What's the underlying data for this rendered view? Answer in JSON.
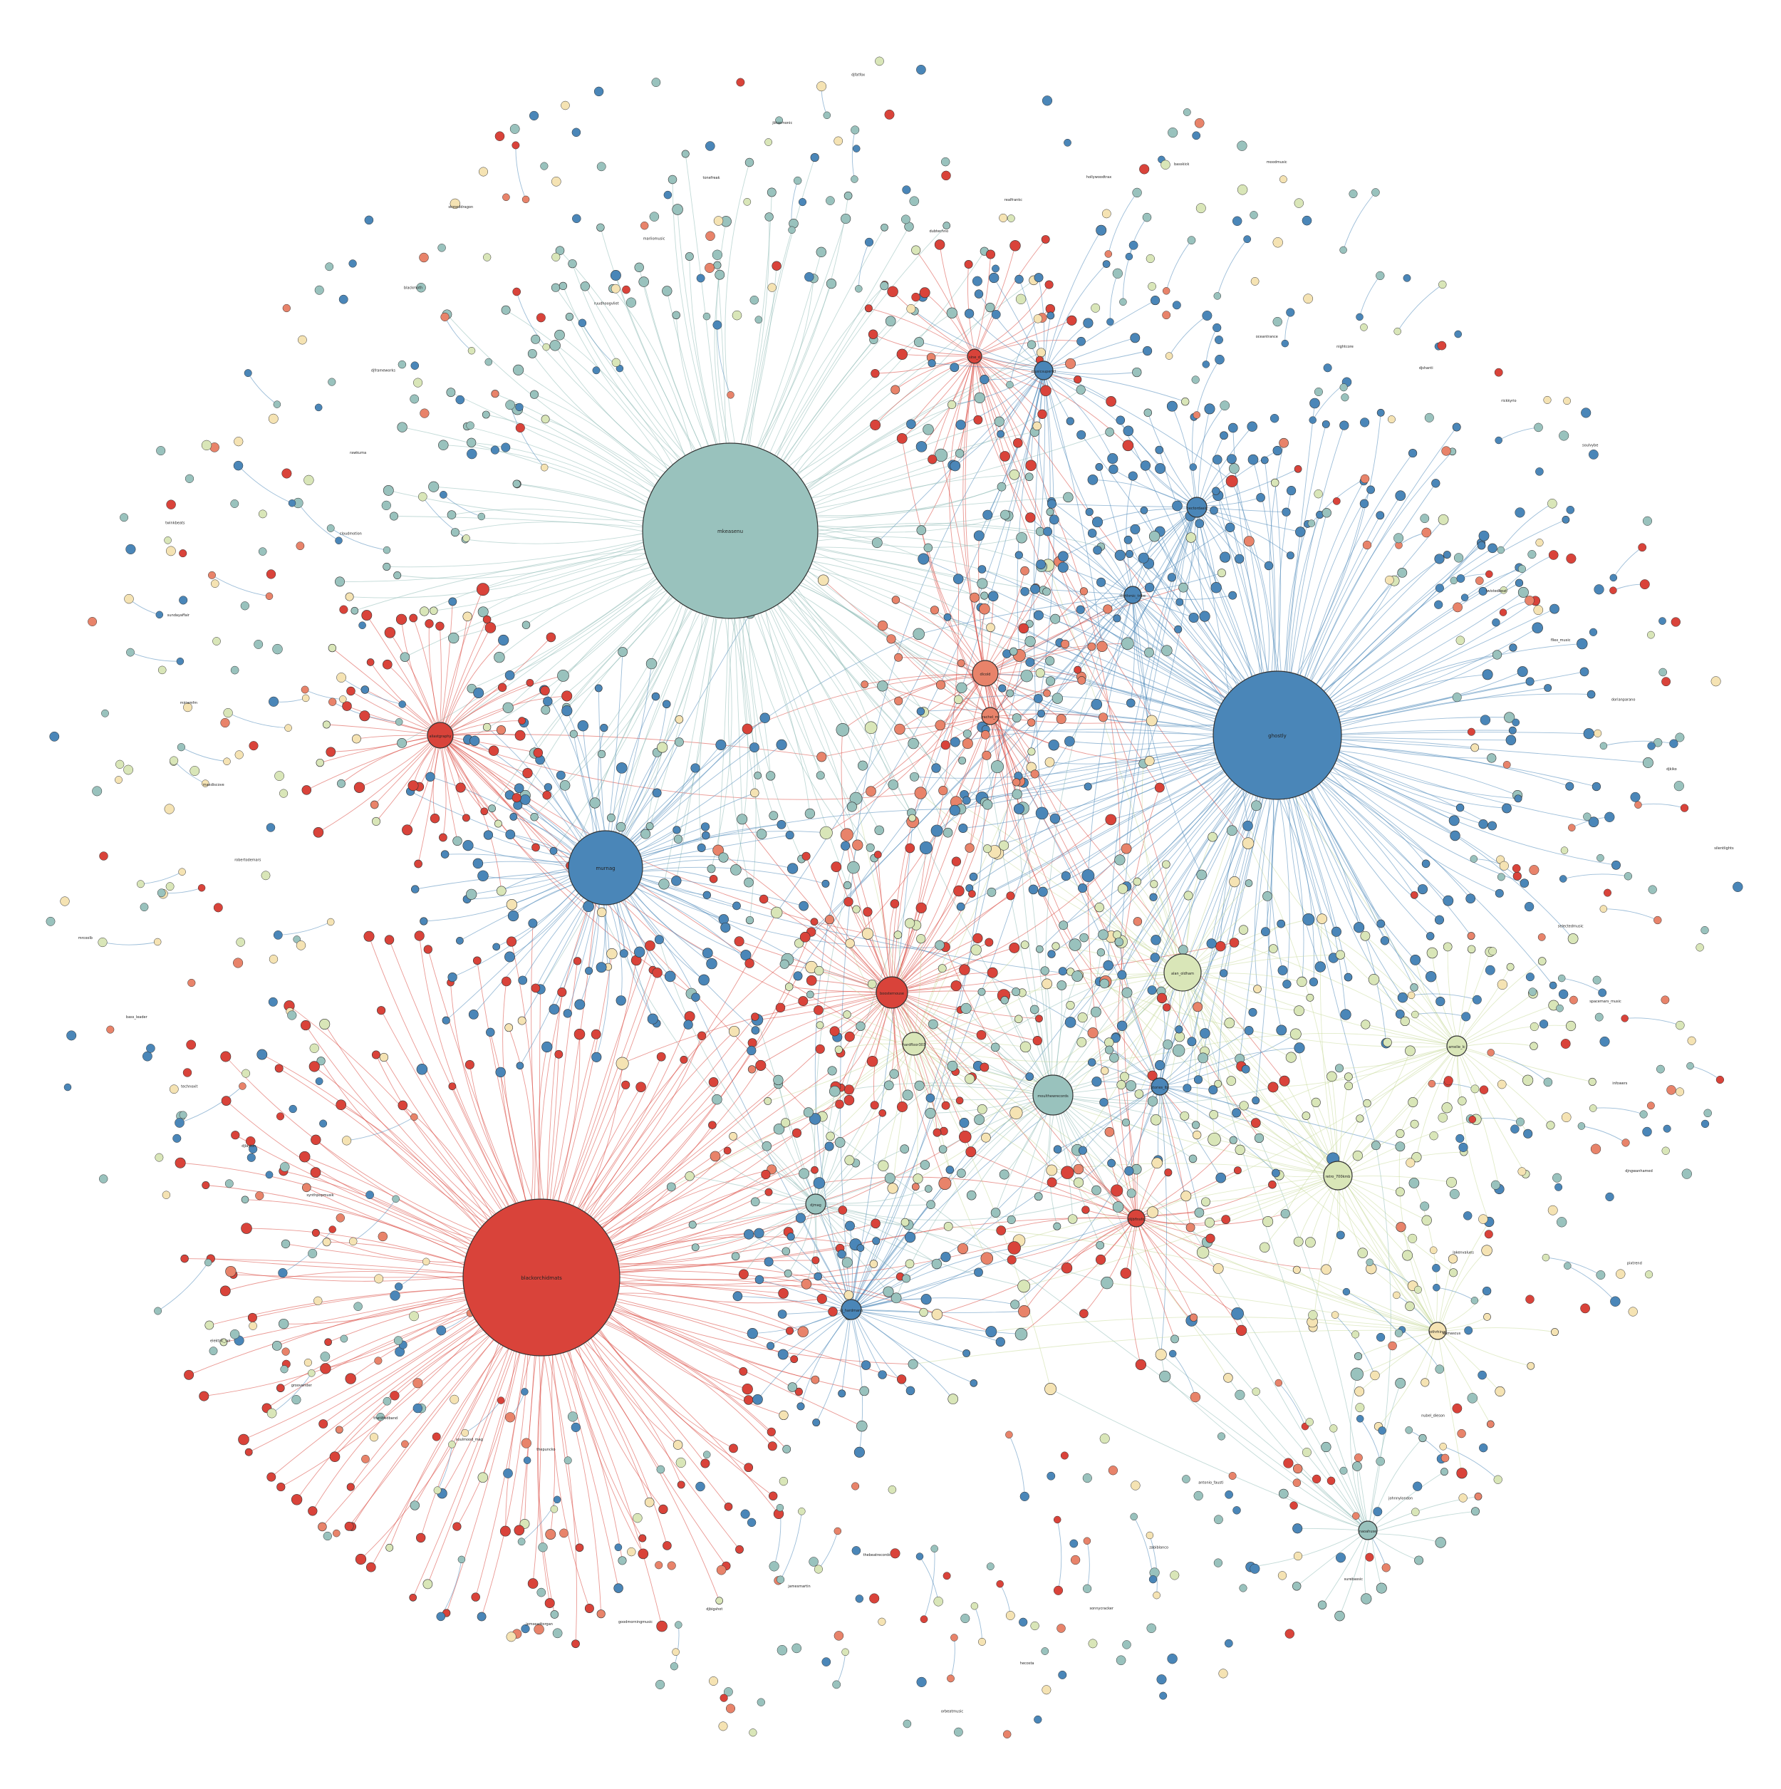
{
  "colors": {
    "red": "#d9433a",
    "blue": "#4a86b8",
    "teal": "#99c2bd",
    "green": "#d9e6b8",
    "yellow": "#f5e3b3",
    "salmon": "#e8836a",
    "edge_red": "#d9433a",
    "edge_blue": "#4a86b8",
    "edge_teal": "#8fbcb6",
    "edge_green": "#c9db9c"
  },
  "hubs": [
    {
      "id": "hub-1",
      "label": "mkeasenu",
      "color": "teal",
      "edge": "edge_teal"
    },
    {
      "id": "hub-2",
      "label": "ghostly",
      "color": "blue",
      "edge": "edge_blue"
    },
    {
      "id": "hub-3",
      "label": "blackorchidmats",
      "color": "red",
      "edge": "edge_red"
    },
    {
      "id": "hub-4",
      "label": "murnag",
      "color": "blue",
      "edge": "edge_blue"
    },
    {
      "id": "hub-5",
      "label": "boosternouse",
      "color": "red",
      "edge": "edge_red"
    },
    {
      "id": "hub-6",
      "label": "aliastgraphy",
      "color": "red",
      "edge": "edge_red"
    },
    {
      "id": "hub-7",
      "label": "alan_oldham",
      "color": "green",
      "edge": "edge_green"
    },
    {
      "id": "hub-8",
      "label": "moulthewrecords",
      "color": "teal",
      "edge": "edge_teal"
    },
    {
      "id": "hub-9",
      "label": "dlcold",
      "color": "salmon",
      "edge": "edge_red"
    },
    {
      "id": "hub-10",
      "label": "djmag",
      "color": "teal",
      "edge": "edge_teal"
    },
    {
      "id": "hub-11",
      "label": "hardfloor303",
      "color": "green",
      "edge": "edge_green"
    },
    {
      "id": "hub-12",
      "label": "retro_700kmb",
      "color": "green",
      "edge": "edge_green"
    },
    {
      "id": "hub-13",
      "label": "rachel_m",
      "color": "salmon",
      "edge": "edge_red"
    },
    {
      "id": "hub-14",
      "label": "sine_d",
      "color": "red",
      "edge": "edge_red"
    },
    {
      "id": "hub-15",
      "label": "dj_hardmann",
      "color": "blue",
      "edge": "edge_blue"
    },
    {
      "id": "hub-16",
      "label": "hectordasis",
      "color": "blue",
      "edge": "edge_blue"
    },
    {
      "id": "hub-17",
      "label": "amelie_lc",
      "color": "green",
      "edge": "edge_green"
    },
    {
      "id": "hub-18",
      "label": "musicsuperfcl",
      "color": "blue",
      "edge": "edge_blue"
    },
    {
      "id": "hub-19",
      "label": "stories_lbl",
      "color": "blue",
      "edge": "edge_blue"
    },
    {
      "id": "hub-20",
      "label": "rhythmic_tribe",
      "color": "blue",
      "edge": "edge_blue"
    },
    {
      "id": "hub-21",
      "label": "naoahuse",
      "color": "teal",
      "edge": "edge_teal"
    },
    {
      "id": "hub-22",
      "label": "tothrhings",
      "color": "yellow",
      "edge": "edge_green"
    },
    {
      "id": "hub-23",
      "label": "dijbfinsfo",
      "color": "red",
      "edge": "edge_red"
    }
  ],
  "labels_outer": [
    "selectedmusic",
    "spacemars_music",
    "infowers",
    "djngwanhamed",
    "pixtrend",
    "lakenvalues",
    "damascus",
    "nubel_dieson",
    "johnnylondon",
    "surebassic",
    "antonio_fausti",
    "zabiblanco",
    "sonnycracker",
    "hecosta",
    "orbeatmusic",
    "thebeatrecords",
    "jamesmartin",
    "djbigshot",
    "goodmorningmusic",
    "jemseadtorgan",
    "thepuncko",
    "soulmood_mag",
    "thetiltedband",
    "grooverider",
    "elektric_sol",
    "synthpopmusik",
    "djlayton",
    "technoxit",
    "bass_leader",
    "mrcoolb",
    "robertodemars",
    "maxdiscove",
    "miriamfm",
    "sundayaffair",
    "twinkbeats",
    "cloudmotion",
    "rawkuma",
    "djframeworks",
    "blackmoth",
    "stoneddragon",
    "ruudhoogvliet",
    "mariiomusic",
    "tonefreak",
    "jbharmonic",
    "djfatfox",
    "dubtechno",
    "realfrankc",
    "hollywoodtrax",
    "basskick",
    "moodmusic",
    "oceantrance",
    "nightcore",
    "djshanti",
    "rickkyrio",
    "soulvybe",
    "twistedbeat",
    "fllex_music",
    "dorianparano",
    "djkiko",
    "silentlights"
  ]
}
